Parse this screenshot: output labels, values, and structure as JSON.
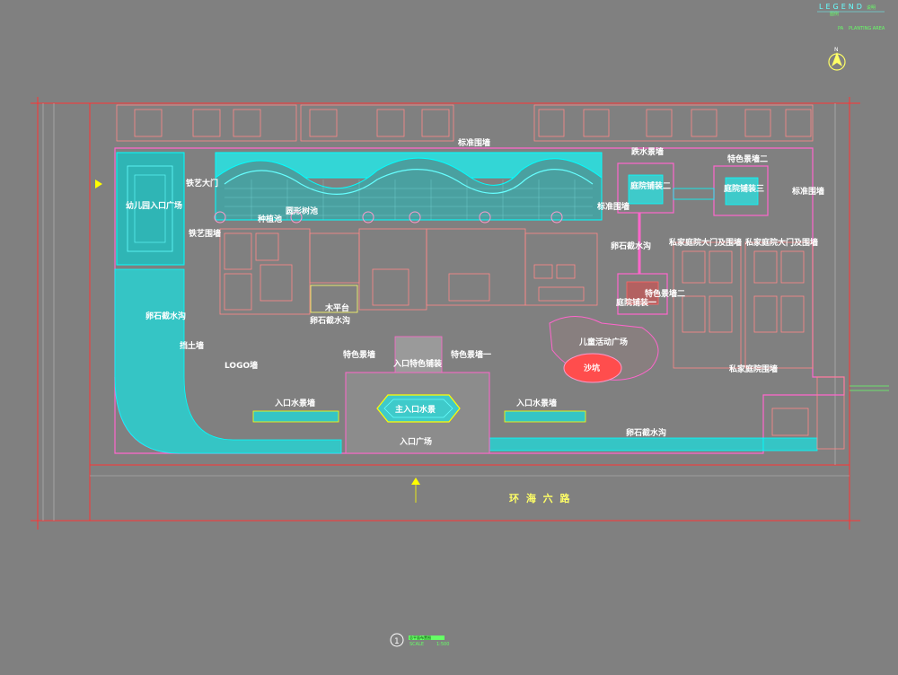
{
  "legend": {
    "title": "LEGEND",
    "sub_left": "图例",
    "sub_right": "说明",
    "code": "PA",
    "item_text": "PLANTING AREA"
  },
  "north_arrow": {
    "letter": "N",
    "icon": "north-arrow-icon"
  },
  "labels": {
    "kindergarten_plaza": "幼儿园入口广场",
    "iron_gate": "铁艺大门",
    "iron_fence": "铁艺围墙",
    "planting_pool": "种植池",
    "round_pool": "圆形树池",
    "standard_wall_top": "标准围墙",
    "drop_wall": "跌水景墙",
    "feature_wall_2_top": "特色景墙二",
    "courtyard_2": "庭院铺装二",
    "courtyard_3": "庭院铺装三",
    "standard_wall_right": "标准围墙",
    "standard_wall_mid": "标准围墙",
    "gravel_ditch_right": "卵石截水沟",
    "private_gate_1": "私家庭院大门及围墙",
    "private_gate_2": "私家庭院大门及围墙",
    "wood_platform": "木平台",
    "gravel_ditch_center": "卵石截水沟",
    "feature_wall_2_mid": "特色景墙二",
    "courtyard_1": "庭院铺装一",
    "gravel_ditch_left": "卵石截水沟",
    "retaining_wall": "挡土墙",
    "logo_wall": "LOGO墙",
    "feature_wall_left": "特色景墙",
    "entrance_feature_paving": "入口特色铺装",
    "feature_wall_1": "特色景墙一",
    "kids_plaza": "儿童活动广场",
    "sandpit": "沙坑",
    "private_wall": "私家庭院围墙",
    "entrance_water_left": "入口水景墙",
    "main_water": "主入口水景",
    "entrance_water_right": "入口水景墙",
    "entrance_plaza": "入口广场",
    "gravel_ditch_bottom": "卵石截水沟",
    "road_name": "环 海 六 路"
  },
  "title_block": {
    "number": "1",
    "title": "总平面布置图",
    "scale_left": "SCALE",
    "scale_right": "1:500"
  },
  "colors": {
    "background": "#808080",
    "cyan": "#00ffff",
    "water": "#33cccc",
    "pink": "#ff66cc",
    "red": "#ff3333",
    "yellow": "#ffff00",
    "green": "#66ff66",
    "white": "#ffffff"
  }
}
